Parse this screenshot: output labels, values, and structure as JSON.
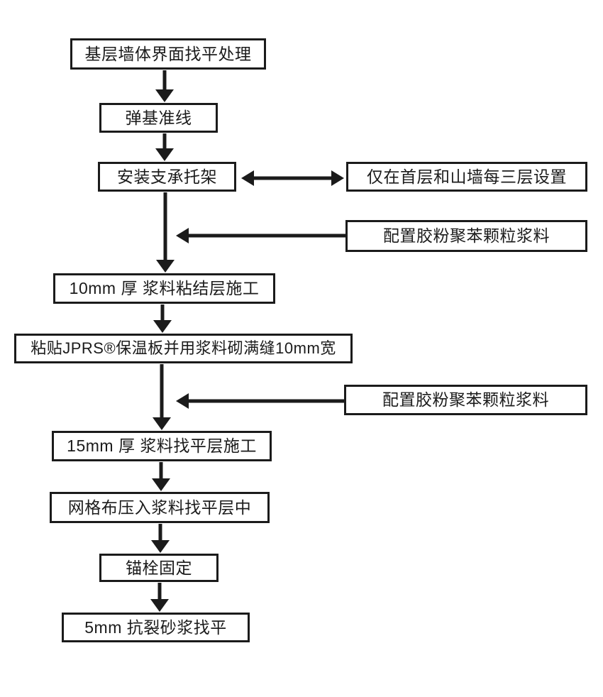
{
  "diagram": {
    "type": "flowchart",
    "title": "JPRS insulation board wall construction process flowchart",
    "colors": {
      "background": "#ffffff",
      "line_color": "#1b1b1b",
      "node_fill": "#ffffff"
    },
    "nodes": {
      "step1": {
        "label": "基层墙体界面找平处理"
      },
      "step2": {
        "label": "弹基准线"
      },
      "step3": {
        "label": "安装支承托架"
      },
      "step4": {
        "label": "10mm 厚 浆料粘结层施工"
      },
      "step5": {
        "label": "粘贴JPRS®保温板并用浆料砌满缝10mm宽"
      },
      "step6": {
        "label": "15mm 厚 浆料找平层施工"
      },
      "step7": {
        "label": "网格布压入浆料找平层中"
      },
      "step8": {
        "label": "锚栓固定"
      },
      "step9": {
        "label": "5mm 抗裂砂浆找平"
      },
      "note_bracket": {
        "label": "仅在首层和山墙每三层设置"
      },
      "input_slurry_1": {
        "label": "配置胶粉聚苯颗粒浆料"
      },
      "input_slurry_2": {
        "label": "配置胶粉聚苯颗粒浆料"
      }
    },
    "edges": [
      {
        "from": "step1",
        "to": "step2",
        "style": "arrow-down"
      },
      {
        "from": "step2",
        "to": "step3",
        "style": "arrow-down"
      },
      {
        "from": "step3",
        "to": "note_bracket",
        "style": "arrow-double-horizontal"
      },
      {
        "from": "step3",
        "to": "step4",
        "style": "arrow-down"
      },
      {
        "from": "input_slurry_1",
        "to": "step3-step4-line",
        "style": "arrow-left"
      },
      {
        "from": "step4",
        "to": "step5",
        "style": "arrow-down"
      },
      {
        "from": "step5",
        "to": "step6",
        "style": "arrow-down"
      },
      {
        "from": "input_slurry_2",
        "to": "step5-step6-line",
        "style": "arrow-left"
      },
      {
        "from": "step6",
        "to": "step7",
        "style": "arrow-down"
      },
      {
        "from": "step7",
        "to": "step8",
        "style": "arrow-down"
      },
      {
        "from": "step8",
        "to": "step9",
        "style": "arrow-down"
      }
    ]
  }
}
